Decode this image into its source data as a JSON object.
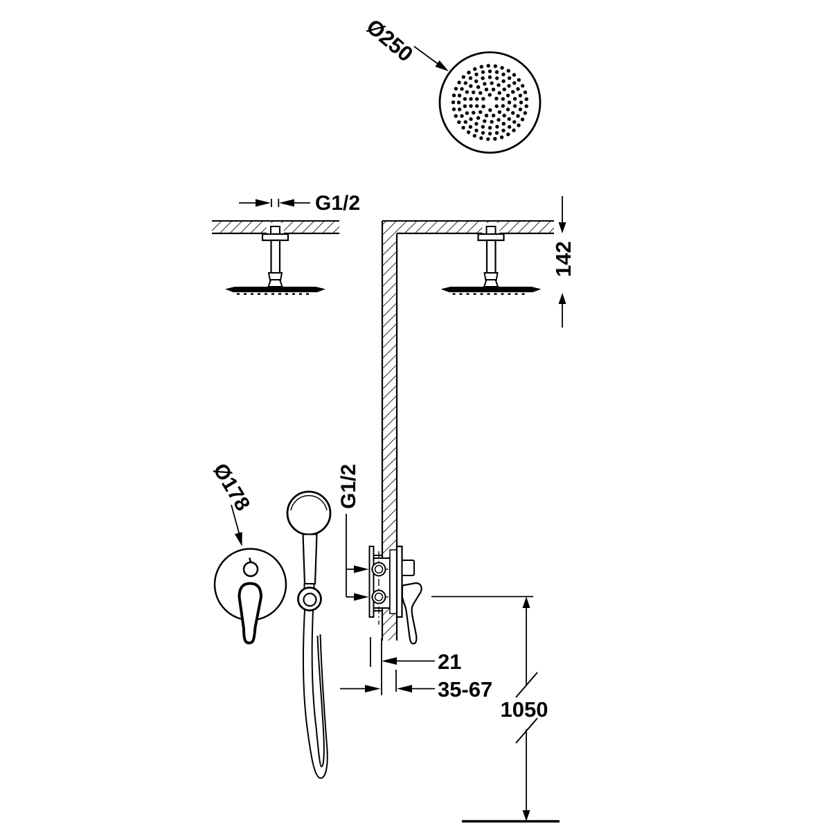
{
  "drawing": {
    "background_color": "#ffffff",
    "line_color": "#000000",
    "labels": {
      "head_diameter": "Ø250",
      "arm_connection": "G1/2",
      "head_ceiling_distance": "142",
      "valve_connection": "G1/2",
      "trim_plate_diameter": "Ø178",
      "trim_offset": "21",
      "rough_in_depth_range": "35-67",
      "valve_floor_height": "1050"
    }
  }
}
